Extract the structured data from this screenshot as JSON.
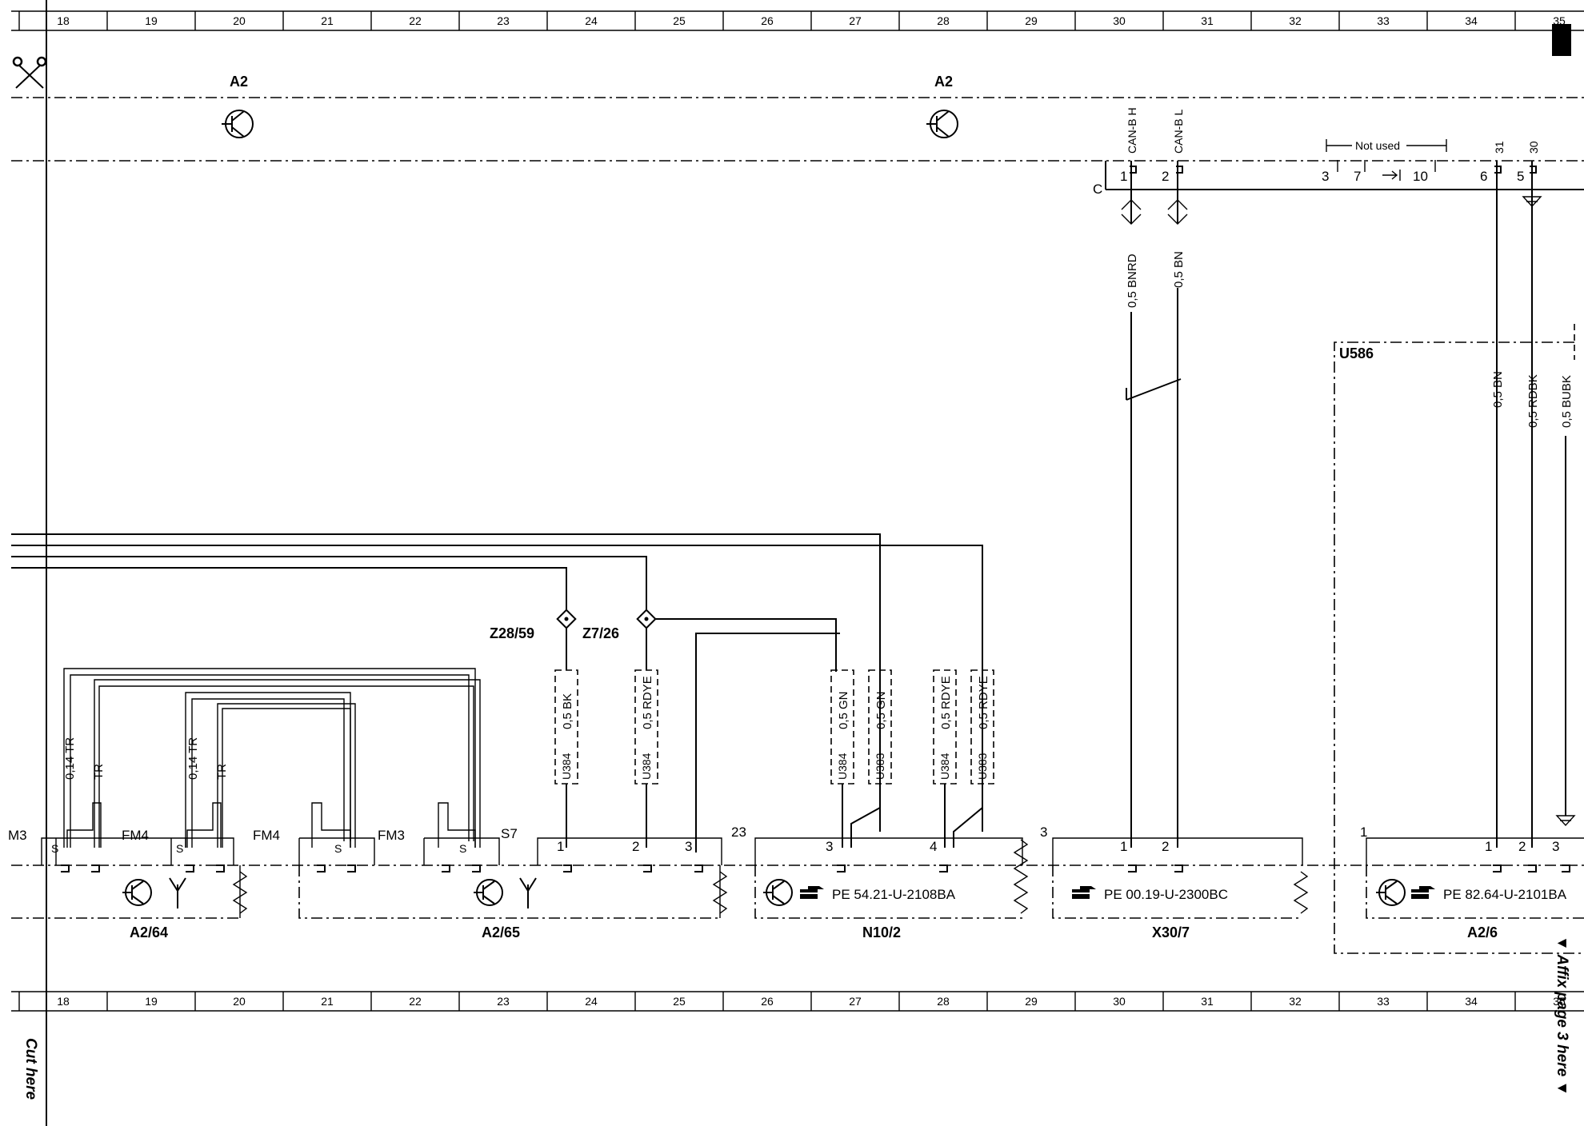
{
  "grid": {
    "columns": [
      "18",
      "19",
      "20",
      "21",
      "22",
      "23",
      "24",
      "25",
      "26",
      "27",
      "28",
      "29",
      "30",
      "31",
      "32",
      "33",
      "34",
      "35"
    ]
  },
  "page": {
    "cut_label": "Cut here",
    "affix_label": "▼ Affix page 3 here ▼"
  },
  "buses": {
    "a2_left": "A2",
    "a2_right": "A2"
  },
  "connector_c": {
    "label": "C",
    "pins": [
      {
        "num": "1",
        "signal": "CAN-B H",
        "wire": "0,5 BNRD"
      },
      {
        "num": "2",
        "signal": "CAN-B L",
        "wire": "0,5 BN"
      }
    ],
    "not_used_label": "Not used",
    "not_used_pins": [
      "3",
      "7",
      "10"
    ],
    "pin6": {
      "num": "6",
      "signal": "31",
      "wire": "0,5 BN"
    },
    "pin5": {
      "num": "5",
      "signal": "30",
      "wire": "0,5 RDBK"
    },
    "extra_wire": "0,5 BUBK"
  },
  "u586": "U586",
  "splices": [
    "Z28/59",
    "Z7/26"
  ],
  "wires_mid": [
    {
      "code": "U384",
      "color": "0,5 BK"
    },
    {
      "code": "U384",
      "color": "0,5 RDYE"
    },
    {
      "code": "U384",
      "color": "0,5 GN"
    },
    {
      "code": "U383",
      "color": "0,5 GN"
    },
    {
      "code": "U384",
      "color": "0,5 RDYE"
    },
    {
      "code": "U383",
      "color": "0,5 RDYE"
    }
  ],
  "antenna_wires": [
    "0,14 TR",
    "TR",
    "0,14 TR",
    "TR"
  ],
  "components": {
    "a2_64": {
      "name": "A2/64",
      "labels": [
        "M3",
        "FM4",
        "S",
        "FM4",
        "S"
      ]
    },
    "a2_65": {
      "name": "A2/65",
      "labels": [
        "S",
        "FM3",
        "S",
        "S7"
      ],
      "pins": [
        "1",
        "2",
        "3",
        "23"
      ]
    },
    "n10_2": {
      "name": "N10/2",
      "ref": "PE 54.21-U-2108BA",
      "pins": [
        "3",
        "4"
      ]
    },
    "x30_7": {
      "name": "X30/7",
      "ref": "PE 00.19-U-2300BC",
      "pins": [
        "3",
        "1",
        "2"
      ]
    },
    "a2_6": {
      "name": "A2/6",
      "ref": "PE 82.64-U-2101BA",
      "pins": [
        "1",
        "1",
        "2",
        "3"
      ]
    }
  }
}
